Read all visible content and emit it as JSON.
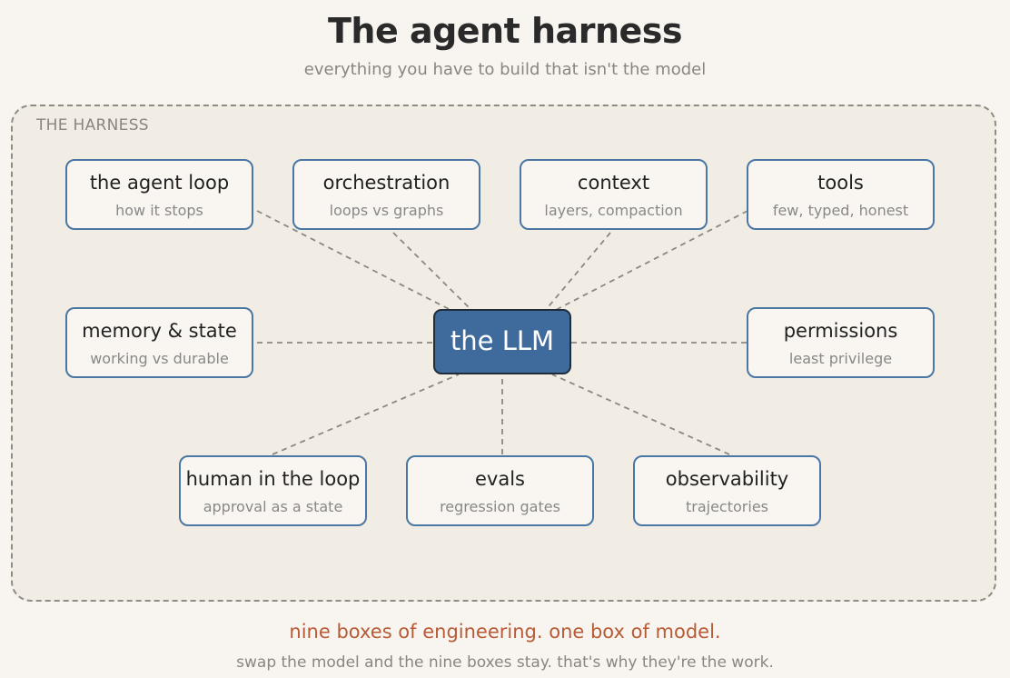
{
  "header": {
    "title": "The agent harness",
    "subtitle": "everything you have to build that isn't the model"
  },
  "harness": {
    "label": "THE HARNESS"
  },
  "center": {
    "label": "the LLM"
  },
  "nodes": [
    {
      "title": "the agent loop",
      "subtitle": "how it stops"
    },
    {
      "title": "orchestration",
      "subtitle": "loops vs graphs"
    },
    {
      "title": "context",
      "subtitle": "layers, compaction"
    },
    {
      "title": "tools",
      "subtitle": "few, typed, honest"
    },
    {
      "title": "memory & state",
      "subtitle": "working vs durable"
    },
    {
      "title": "permissions",
      "subtitle": "least privilege"
    },
    {
      "title": "human in the loop",
      "subtitle": "approval as a state"
    },
    {
      "title": "evals",
      "subtitle": "regression gates"
    },
    {
      "title": "observability",
      "subtitle": "trajectories"
    }
  ],
  "footer": {
    "tagline": "nine boxes of engineering. one box of model.",
    "note": "swap the model and the nine boxes stay. that's why they're the work."
  },
  "colors": {
    "accent": "#3f6a9c",
    "node_border": "#4a77a4",
    "tagline": "#b85a36",
    "background": "#f8f5f0",
    "harness_fill": "#f1ede4"
  }
}
